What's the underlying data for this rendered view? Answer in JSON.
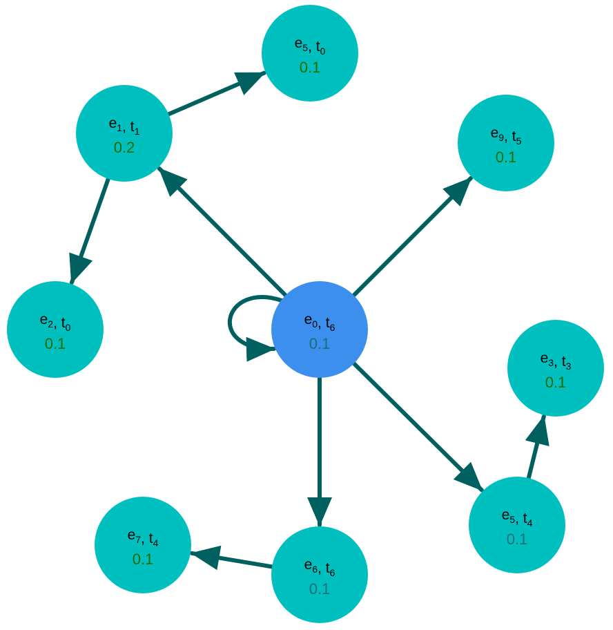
{
  "colors": {
    "node_default": "#00BFBF",
    "node_highlight": "#3D8FED",
    "edge": "#006060",
    "value_green": "#1E6B00",
    "value_teal": "#1C6E74"
  },
  "nodes": [
    {
      "id": "n0",
      "entity": "e",
      "entity_sub": "0",
      "time": "t",
      "time_sub": "6",
      "value": "0.1",
      "highlight": true,
      "value_color": "value_teal"
    },
    {
      "id": "n1",
      "entity": "e",
      "entity_sub": "1",
      "time": "t",
      "time_sub": "1",
      "value": "0.2",
      "highlight": false,
      "value_color": "value_green"
    },
    {
      "id": "n2",
      "entity": "e",
      "entity_sub": "5",
      "time": "t",
      "time_sub": "0",
      "value": "0.1",
      "highlight": false,
      "value_color": "value_green"
    },
    {
      "id": "n3",
      "entity": "e",
      "entity_sub": "9",
      "time": "t",
      "time_sub": "5",
      "value": "0.1",
      "highlight": false,
      "value_color": "value_green"
    },
    {
      "id": "n4",
      "entity": "e",
      "entity_sub": "2",
      "time": "t",
      "time_sub": "0",
      "value": "0.1",
      "highlight": false,
      "value_color": "value_green"
    },
    {
      "id": "n5",
      "entity": "e",
      "entity_sub": "3",
      "time": "t",
      "time_sub": "3",
      "value": "0.1",
      "highlight": false,
      "value_color": "value_green"
    },
    {
      "id": "n6",
      "entity": "e",
      "entity_sub": "5",
      "time": "t",
      "time_sub": "4",
      "value": "0.1",
      "highlight": false,
      "value_color": "value_teal"
    },
    {
      "id": "n7",
      "entity": "e",
      "entity_sub": "6",
      "time": "t",
      "time_sub": "6",
      "value": "0.1",
      "highlight": false,
      "value_color": "value_teal"
    },
    {
      "id": "n8",
      "entity": "e",
      "entity_sub": "7",
      "time": "t",
      "time_sub": "4",
      "value": "0.1",
      "highlight": false,
      "value_color": "value_green"
    }
  ],
  "edges": [
    {
      "from": "n0",
      "to": "n0"
    },
    {
      "from": "n0",
      "to": "n1"
    },
    {
      "from": "n1",
      "to": "n2"
    },
    {
      "from": "n1",
      "to": "n4"
    },
    {
      "from": "n0",
      "to": "n3"
    },
    {
      "from": "n0",
      "to": "n7"
    },
    {
      "from": "n7",
      "to": "n8"
    },
    {
      "from": "n0",
      "to": "n6"
    },
    {
      "from": "n6",
      "to": "n5"
    }
  ]
}
